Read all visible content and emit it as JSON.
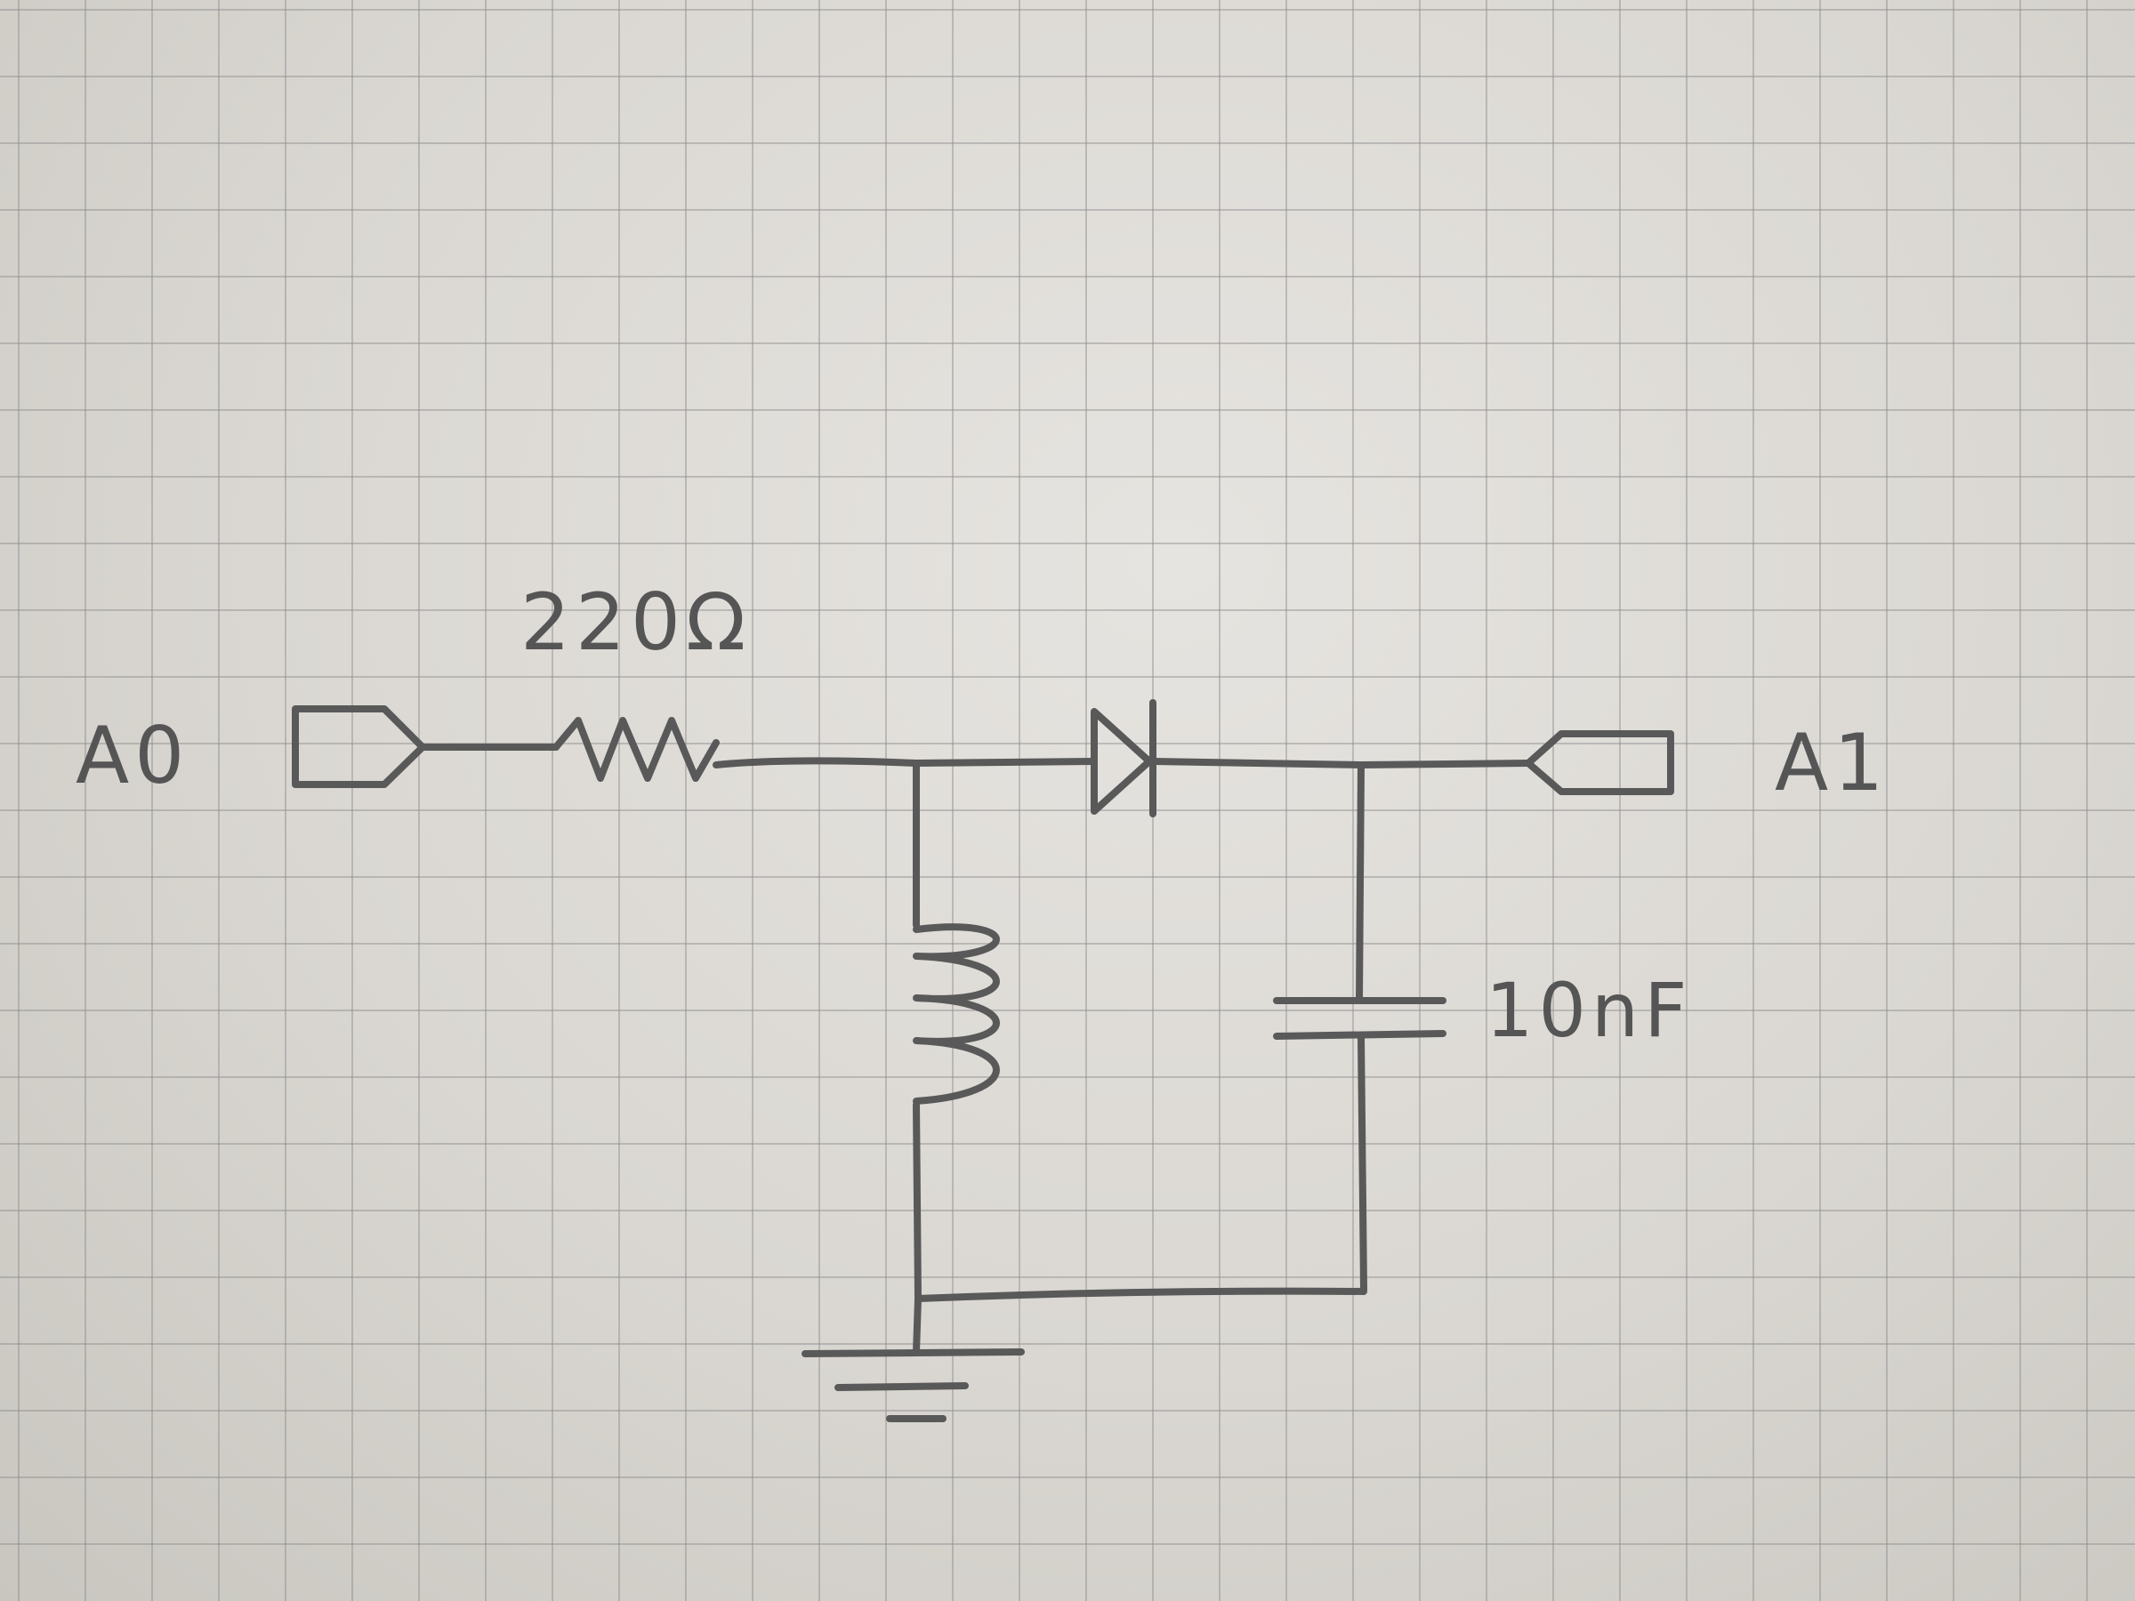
{
  "sheet": {
    "background": "#dcd9d4",
    "grid_color": "#8c8c8c",
    "ink_color": "#595959"
  },
  "labels": {
    "input_port": "A0",
    "output_port": "A1",
    "resistor_value": "220Ω",
    "capacitor_value": "10nF"
  },
  "icons": {
    "input_port": "input-port-icon",
    "output_port": "output-port-icon",
    "resistor": "resistor-icon",
    "diode": "diode-icon",
    "inductor": "inductor-icon",
    "capacitor": "capacitor-icon",
    "ground": "ground-icon"
  }
}
